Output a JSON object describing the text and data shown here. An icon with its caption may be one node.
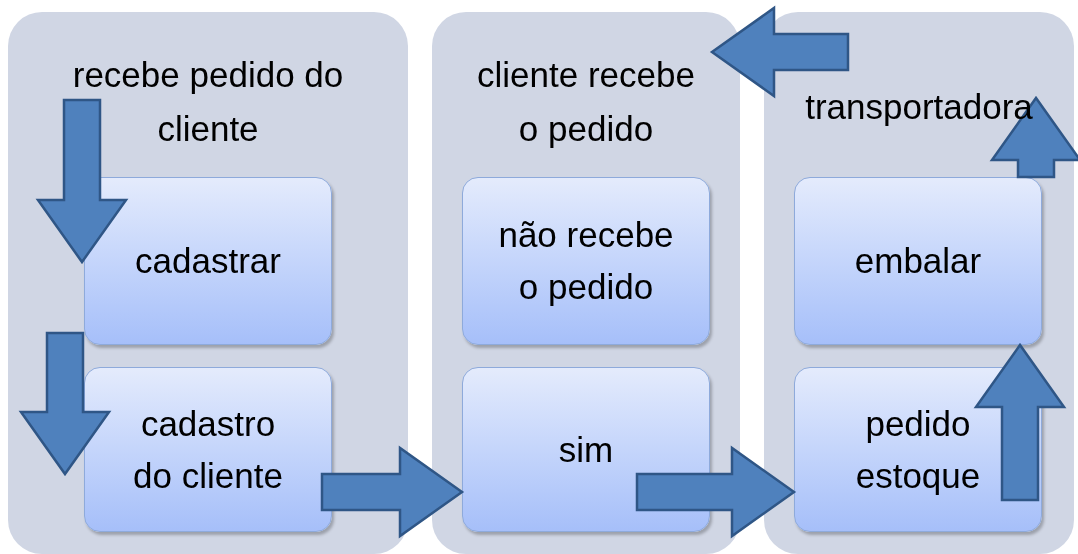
{
  "diagram": {
    "nodes": [
      {
        "text": [
          "recebe pedido do cliente"
        ]
      },
      {
        "text": [
          "cadastrar"
        ],
        "in": 0
      },
      {
        "text": [
          "cadastro do cliente"
        ],
        "in": 0
      },
      {
        "text": [
          "cliente recebe o pedido"
        ]
      },
      {
        "text": [
          "não recebe o pedido"
        ],
        "in": 3
      },
      {
        "text": [
          "sim"
        ],
        "in": 3
      },
      {
        "text": [
          "transportadora"
        ]
      },
      {
        "text": [
          "embalar"
        ],
        "in": 6
      },
      {
        "text": [
          "pedido estoque"
        ],
        "in": 6
      }
    ],
    "edges": [
      {
        "from": 0,
        "to": 1,
        "arrow": "to"
      },
      {
        "from": 1,
        "to": 2,
        "arrow": "to"
      },
      {
        "from": 2,
        "to": 5,
        "arrow": "to"
      },
      {
        "from": 5,
        "to": 8,
        "arrow": "to"
      },
      {
        "from": 8,
        "to": 7,
        "arrow": "to"
      },
      {
        "from": 7,
        "to": 6,
        "arrow": "to"
      },
      {
        "from": 6,
        "to": 3,
        "arrow": "to"
      }
    ]
  }
}
